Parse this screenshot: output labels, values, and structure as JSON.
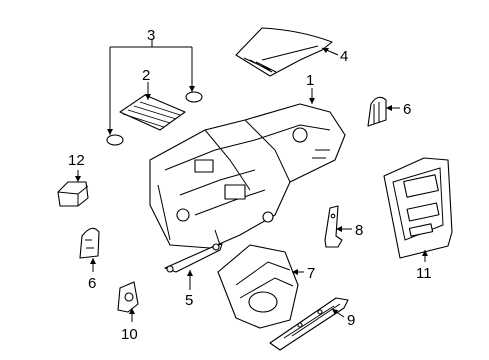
{
  "callouts": [
    {
      "id": "c1",
      "text": "1"
    },
    {
      "id": "c2",
      "text": "2"
    },
    {
      "id": "c3",
      "text": "3"
    },
    {
      "id": "c4",
      "text": "4"
    },
    {
      "id": "c5",
      "text": "5"
    },
    {
      "id": "c6a",
      "text": "6"
    },
    {
      "id": "c6b",
      "text": "6"
    },
    {
      "id": "c7",
      "text": "7"
    },
    {
      "id": "c8",
      "text": "8"
    },
    {
      "id": "c9",
      "text": "9"
    },
    {
      "id": "c10",
      "text": "10"
    },
    {
      "id": "c11",
      "text": "11"
    },
    {
      "id": "c12",
      "text": "12"
    }
  ]
}
